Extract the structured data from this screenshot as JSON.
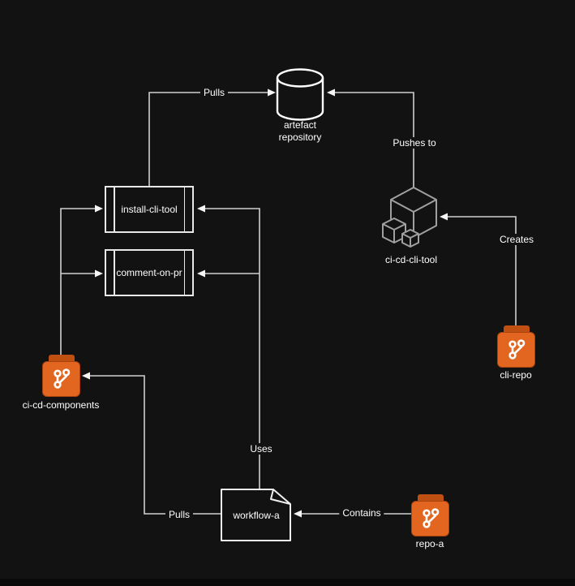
{
  "colors": {
    "canvas": "#121212",
    "edge_line": "#cfcfcf",
    "arrowhead": "#f5f5f5",
    "node_outline": "#e8e8e8",
    "cube_outline": "#a0a0a0",
    "git_orange": "#e2661f",
    "git_orange_dark": "#c04f12",
    "text": "#ffffff"
  },
  "nodes": {
    "artefact_repository": {
      "label": "artefact repository",
      "icon": "database-cylinder"
    },
    "install_cli_tool": {
      "label": "install-cli-tool",
      "shape": "process-with-side-bars"
    },
    "comment_on_pr": {
      "label": "comment-on-pr",
      "shape": "process-with-side-bars"
    },
    "ci_cd_cli_tool": {
      "label": "ci-cd-cli-tool",
      "icon": "isometric-cubes"
    },
    "ci_cd_components": {
      "label": "ci-cd-components",
      "icon": "git-repository"
    },
    "cli_repo": {
      "label": "cli-repo",
      "icon": "git-repository"
    },
    "workflow_a": {
      "label": "workflow-a",
      "shape": "document"
    },
    "repo_a": {
      "label": "repo-a",
      "icon": "git-repository"
    }
  },
  "edges": {
    "pulls_top": {
      "label": "Pulls",
      "from": "install-cli-tool",
      "to": "artefact repository"
    },
    "pushes_to": {
      "label": "Pushes to",
      "from": "ci-cd-cli-tool",
      "to": "artefact repository"
    },
    "creates": {
      "label": "Creates",
      "from": "cli-repo",
      "to": "ci-cd-cli-tool"
    },
    "uses": {
      "label": "Uses",
      "from": "workflow-a",
      "to": "install-cli-tool, comment-on-pr"
    },
    "pulls_bottom": {
      "label": "Pulls",
      "from": "workflow-a",
      "to": "ci-cd-components"
    },
    "contains": {
      "label": "Contains",
      "from": "repo-a",
      "to": "workflow-a"
    }
  }
}
